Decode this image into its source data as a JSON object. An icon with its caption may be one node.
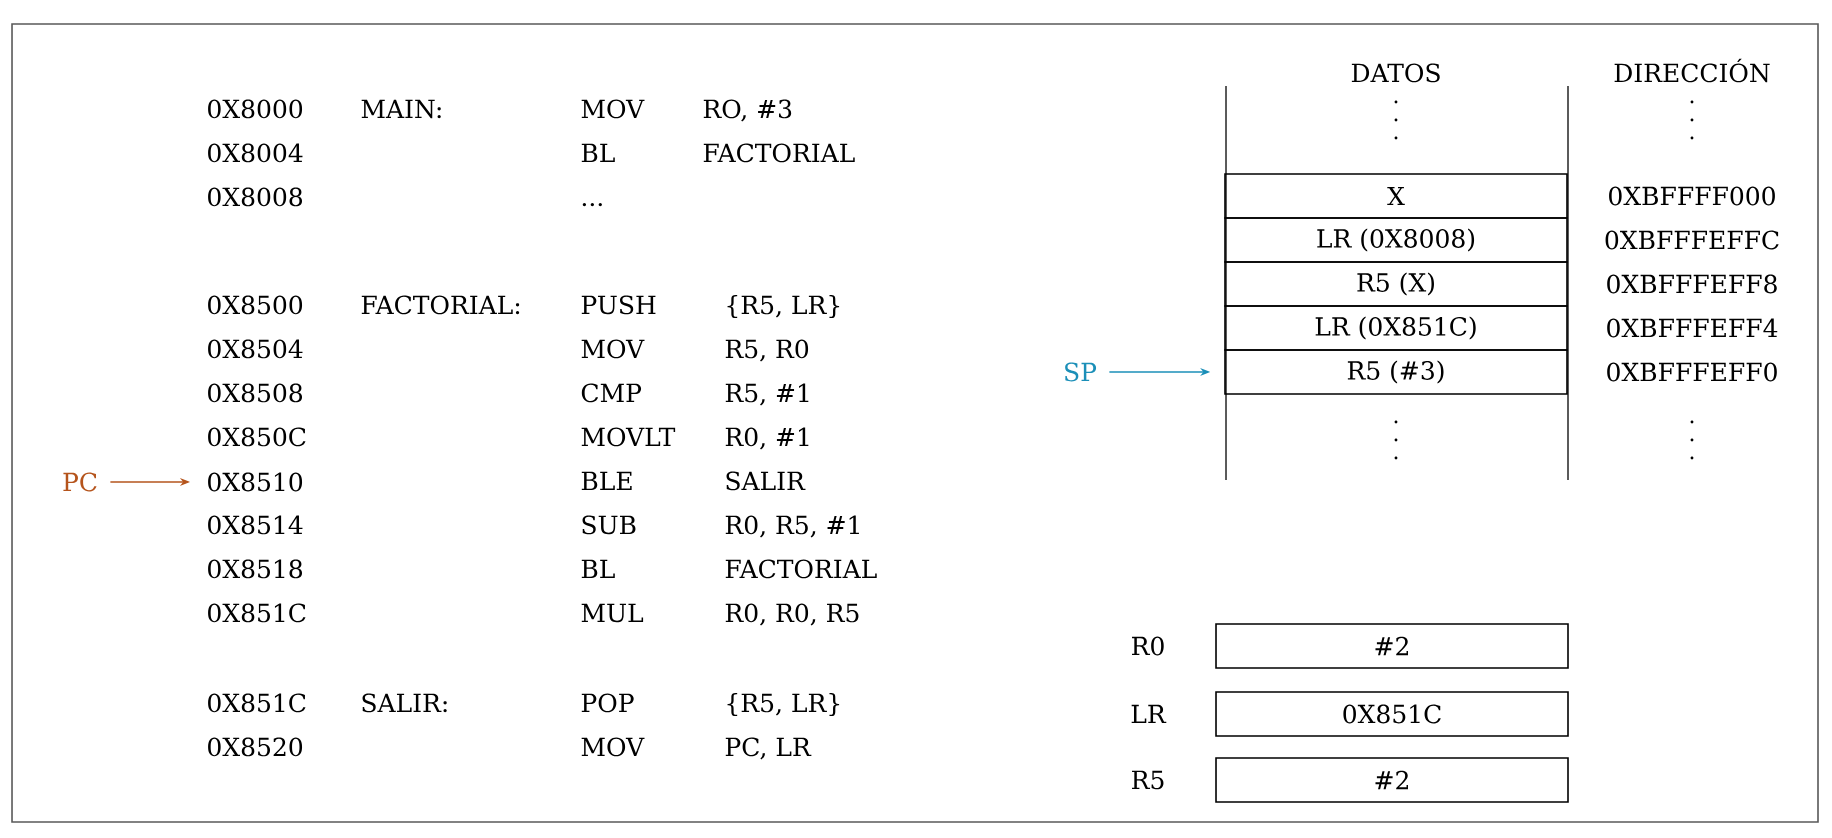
{
  "diagram": {
    "nodes": [
      {
        "text": [
          "PC"
        ]
      },
      {
        "text": [
          "0X8510"
        ]
      },
      {
        "text": [
          "SP"
        ]
      },
      {
        "text": [
          "X"
        ],
        "beside": [
          "0XBFFFF000"
        ]
      },
      {
        "text": [
          "LR (0X8008)"
        ],
        "beside": [
          "0XBFFFEFFC"
        ]
      },
      {
        "text": [
          "R5 (X)"
        ],
        "beside": [
          "0XBFFFEFF8"
        ]
      },
      {
        "text": [
          "LR (0X851C)"
        ],
        "beside": [
          "0XBFFFEFF4"
        ]
      },
      {
        "text": [
          "R5 (#3)"
        ],
        "beside": [
          "0XBFFFEFF0"
        ]
      },
      {
        "text": [
          "#2"
        ],
        "beside": [
          "R0"
        ]
      },
      {
        "text": [
          "0X851C"
        ],
        "beside": [
          "LR"
        ]
      },
      {
        "text": [
          "#2"
        ],
        "beside": [
          "R5"
        ]
      }
    ],
    "edges": [
      {
        "from": 0,
        "to": 1,
        "arrow": "to",
        "color": "#b5541c"
      },
      {
        "from": 2,
        "to": 7,
        "arrow": "to",
        "color": "#1b8fb8"
      }
    ],
    "labels": [
      "DATOS",
      "DIRECCIÓN",
      "0X8000",
      "MAIN:",
      "MOV",
      "RO, #3",
      "0X8004",
      "BL",
      "FACTORIAL",
      "0X8008",
      "...",
      "0X8500",
      "FACTORIAL:",
      "PUSH",
      "{R5, LR}",
      "0X8504",
      "MOV",
      "R5, R0",
      "0X8508",
      "CMP",
      "R5, #1",
      "0X850C",
      "MOVLT",
      "R0, #1",
      "BLE",
      "SALIR",
      "0X8514",
      "SUB",
      "R0, R5, #1",
      "0X8518",
      "BL",
      "FACTORIAL",
      "0X851C",
      "MUL",
      "R0, R0, R5",
      "0X851C",
      "SALIR:",
      "POP",
      "{R5, LR}",
      "0X8520",
      "MOV",
      "PC, LR"
    ]
  }
}
